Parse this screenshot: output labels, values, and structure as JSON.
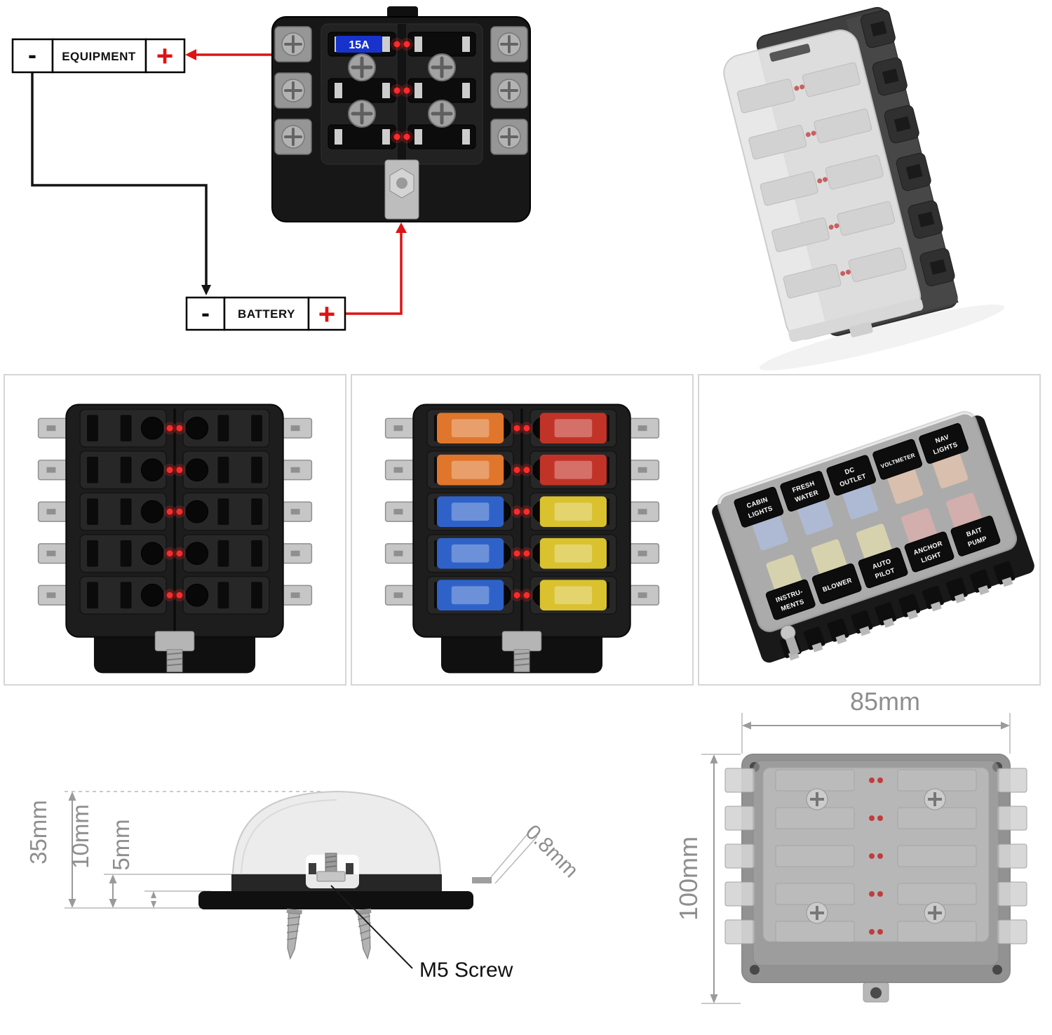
{
  "page": {
    "background": "#ffffff"
  },
  "colors": {
    "wire_red": "#dd1414",
    "wire_black": "#141414",
    "led_red": "#ff2a2a",
    "fuse_label_blue": "#1733cc",
    "fuse_orange": "#e0762c",
    "fuse_red": "#c23327",
    "fuse_blue": "#2f62c9",
    "fuse_yellow": "#d9c22e",
    "dim_gray": "#8e8e8e"
  },
  "wiring_diagram": {
    "equipment": {
      "minus": "-",
      "label": "EQUIPMENT",
      "plus": "+"
    },
    "battery": {
      "minus": "-",
      "label": "BATTERY",
      "plus": "+"
    },
    "fuse_rating": "15A"
  },
  "panel2": {
    "fuse_colors": [
      [
        "#e0762c",
        "#c23327"
      ],
      [
        "#e0762c",
        "#c23327"
      ],
      [
        "#2f62c9",
        "#d9c22e"
      ],
      [
        "#2f62c9",
        "#d9c22e"
      ],
      [
        "#2f62c9",
        "#d9c22e"
      ]
    ]
  },
  "panel3": {
    "stickers": [
      {
        "line1": "CABIN",
        "line2": "LIGHTS"
      },
      {
        "line1": "FRESH",
        "line2": "WATER"
      },
      {
        "line1": "DC",
        "line2": "OUTLET"
      },
      {
        "line1": "VOLTMETER",
        "line2": ""
      },
      {
        "line1": "NAV",
        "line2": "LIGHTS"
      },
      {
        "line1": "INSTRU-",
        "line2": "MENTS"
      },
      {
        "line1": "BLOWER",
        "line2": ""
      },
      {
        "line1": "AUTO",
        "line2": "PILOT"
      },
      {
        "line1": "ANCHOR",
        "line2": "LIGHT"
      },
      {
        "line1": "BAIT",
        "line2": "PUMP"
      }
    ]
  },
  "dimensions": {
    "side_view": {
      "dim_a": "35mm",
      "dim_b": "10mm",
      "dim_c": "5mm",
      "dim_blade": "0.8mm",
      "screw_callout": "M5 Screw"
    },
    "top_view": {
      "dim_width": "85mm",
      "dim_height": "100mm"
    }
  }
}
